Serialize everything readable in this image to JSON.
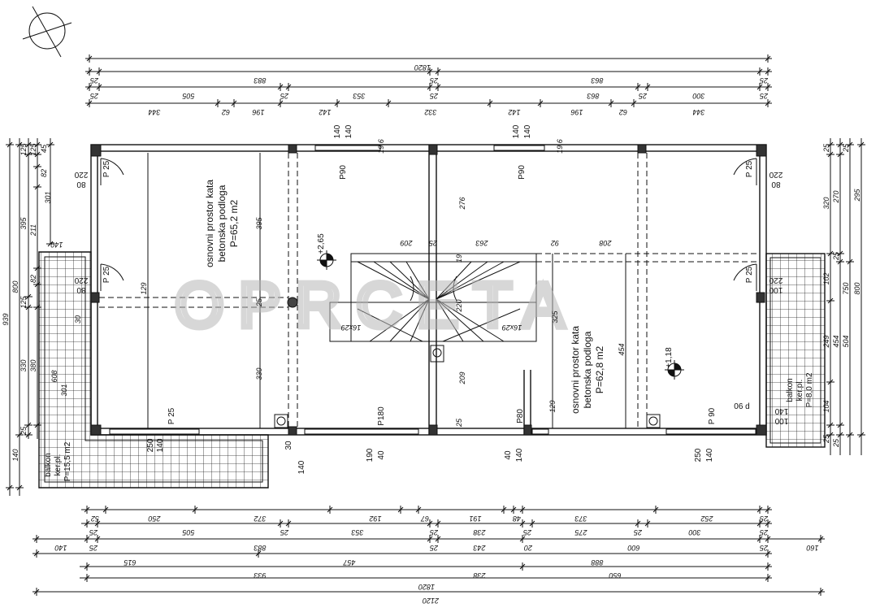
{
  "watermark": "OPRCETA",
  "rooms": [
    {
      "name": "osnovni prostor kata",
      "floor": "betonska podloga",
      "area": "P=65,2 m2"
    },
    {
      "name": "osnovni prostor kata",
      "floor": "betonska podloga",
      "area": "P=62,8 m2"
    }
  ],
  "balconies": [
    {
      "name": "balkon",
      "floor": "ker.pl.",
      "area": "P=15,5 m2"
    },
    {
      "name": "balkon",
      "floor": "ker.pl.",
      "area": "P=8,0 m2"
    }
  ],
  "levels": [
    "+2,65",
    "+1,18"
  ],
  "dims_top": {
    "r1": [
      "1820"
    ],
    "r2": [
      "25",
      "883",
      "25",
      "863",
      "25"
    ],
    "r3": [
      "25",
      "505",
      "25",
      "353",
      "25",
      "863",
      "25",
      "300",
      "25"
    ],
    "r4": [
      "344",
      "62",
      "196",
      "142",
      "332",
      "142",
      "196",
      "62",
      "344"
    ]
  },
  "dims_bottom": {
    "ra": [
      "52",
      "250",
      "372",
      "192",
      "67",
      "191",
      "48",
      "373",
      "252",
      "25"
    ],
    "rb": [
      "25",
      "505",
      "25",
      "353",
      "25",
      "238",
      "25",
      "275",
      "25",
      "300",
      "25"
    ],
    "rc": [
      "140",
      "25",
      "883",
      "25",
      "243",
      "20",
      "600",
      "25",
      "160"
    ],
    "rd": [
      "615",
      "457",
      "888"
    ],
    "re": [
      "933",
      "238",
      "650"
    ],
    "rf": [
      "1820"
    ],
    "rg": [
      "2120"
    ]
  },
  "dims_left": [
    "939",
    "800",
    "140",
    "395",
    "330",
    "125",
    "125",
    "25",
    "125",
    "211",
    "82",
    "380",
    "45",
    "82",
    "301",
    "140"
  ],
  "dims_right": [
    "320",
    "102",
    "249",
    "104",
    "25",
    "25",
    "270",
    "25",
    "454",
    "25",
    "750",
    "504",
    "295",
    "800",
    "25"
  ],
  "openings": {
    "left_door_top": [
      "P 25",
      "220",
      "80"
    ],
    "left_door_mid": [
      "P 25",
      "220",
      "80"
    ],
    "left_bottom": [
      "P 25",
      "250",
      "140",
      "140",
      "30"
    ],
    "top_window_left": [
      "P90",
      "140",
      "140",
      "19,6"
    ],
    "top_window_right": [
      "P90",
      "140",
      "140",
      "19,6"
    ],
    "bottom_window_left": [
      "P180",
      "190",
      "40"
    ],
    "bottom_window_mid": [
      "P80",
      "40",
      "140"
    ],
    "right_door_top": [
      "P 25",
      "220",
      "80"
    ],
    "right_door_mid": [
      "P 25",
      "220",
      "100"
    ],
    "right_bottom": [
      "P 90",
      "250",
      "140",
      "06 d",
      "140",
      "100"
    ]
  },
  "interior_dims": [
    "395",
    "330",
    "25",
    "129",
    "209",
    "25",
    "263",
    "92",
    "208",
    "276",
    "19",
    "220",
    "16x29",
    "16x29",
    "209",
    "25",
    "325",
    "454",
    "129",
    "608",
    "301",
    "30"
  ]
}
